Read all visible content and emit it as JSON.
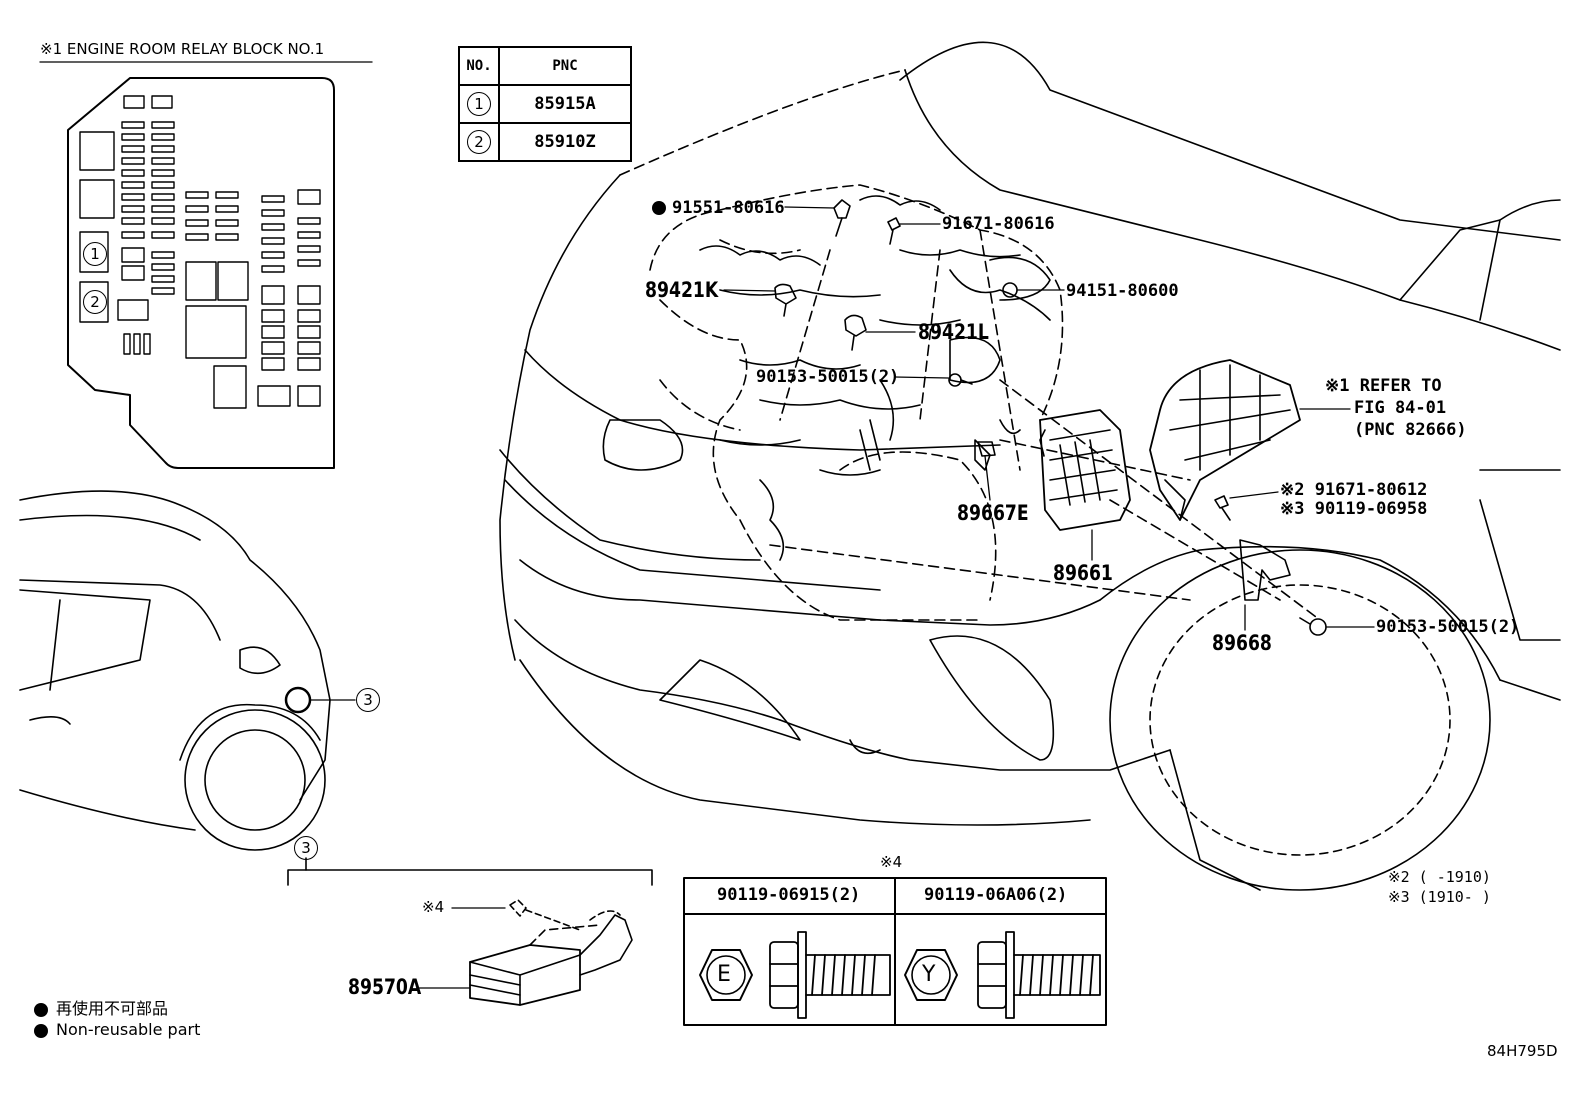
{
  "relay_block": {
    "title": "※1 ENGINE ROOM RELAY BLOCK NO.1",
    "marker_1": "1",
    "marker_2": "2"
  },
  "pnc_table": {
    "header_no": "NO.",
    "header_pnc": "PNC",
    "rows": [
      {
        "no": "1",
        "pnc": "85915A"
      },
      {
        "no": "2",
        "pnc": "85910Z"
      }
    ]
  },
  "callouts": {
    "p91551": "91551-80616",
    "p91671a": "91671-80616",
    "p89421k": "89421K",
    "p94151": "94151-80600",
    "p89421l": "89421L",
    "p90153a": "90153-50015(2)",
    "p89667e": "89667E",
    "p89661": "89661",
    "refer_1": "※1 REFER TO",
    "refer_2": "FIG 84-01",
    "refer_3": "(PNC 82666)",
    "p91671b": "※2 91671-80612",
    "p90119": "※3 90119-06958",
    "p90153b": "90153-50015(2)",
    "p89668": "89668",
    "marker_3": "3",
    "marker_3b": "3",
    "note4": "※4",
    "p89570a": "89570A"
  },
  "bolt_table": {
    "title": "※4",
    "col1": "90119-06915(2)",
    "col2": "90119-06A06(2)",
    "mark1": "E",
    "mark2": "Y"
  },
  "legend": {
    "line_jp": "再使用不可部品",
    "line_en": "Non-reusable part"
  },
  "notes": {
    "note2": "※2 (         -1910)",
    "note3": "※3 (1910-         )"
  },
  "figure_id": "84H795D"
}
